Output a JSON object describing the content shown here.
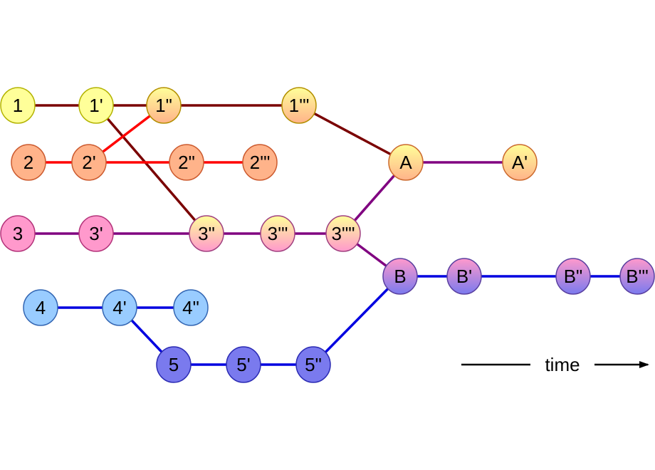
{
  "colors": {
    "dark_red": "#7a0000",
    "red": "#ff0000",
    "purple": "#800080",
    "blue": "#0000e0",
    "black": "#000000"
  },
  "nodes": [
    {
      "id": "n1",
      "label": "1",
      "fill": "#ffff99",
      "stroke": "#b3b300"
    },
    {
      "id": "n1p",
      "label": "1'",
      "fill": "#ffff99",
      "stroke": "#b3b300"
    },
    {
      "id": "n1pp",
      "label": "1\"",
      "fill": "grad-yellow-orange",
      "stroke": "#b38f00"
    },
    {
      "id": "n1ppp",
      "label": "1'\"",
      "fill": "grad-yellow-orange",
      "stroke": "#b38f00"
    },
    {
      "id": "n2",
      "label": "2",
      "fill": "#ffb38a",
      "stroke": "#cc5a2e"
    },
    {
      "id": "n2p",
      "label": "2'",
      "fill": "#ffb38a",
      "stroke": "#cc5a2e"
    },
    {
      "id": "n2pp",
      "label": "2\"",
      "fill": "#ffb38a",
      "stroke": "#cc5a2e"
    },
    {
      "id": "n2ppp",
      "label": "2'\"",
      "fill": "#ffb38a",
      "stroke": "#cc5a2e"
    },
    {
      "id": "nA",
      "label": "A",
      "fill": "grad-yellow-orange",
      "stroke": "#cc6a2e"
    },
    {
      "id": "nAp",
      "label": "A'",
      "fill": "grad-yellow-orange",
      "stroke": "#cc6a2e"
    },
    {
      "id": "n3",
      "label": "3",
      "fill": "#ff99cc",
      "stroke": "#b3337a"
    },
    {
      "id": "n3p",
      "label": "3'",
      "fill": "#ff99cc",
      "stroke": "#b3337a"
    },
    {
      "id": "n3pp",
      "label": "3\"",
      "fill": "grad-yellow-pink",
      "stroke": "#a04080"
    },
    {
      "id": "n3ppp",
      "label": "3'\"",
      "fill": "grad-yellow-pink",
      "stroke": "#a04080"
    },
    {
      "id": "n3pppp",
      "label": "3\"\"",
      "fill": "grad-yellow-pink",
      "stroke": "#a04080"
    },
    {
      "id": "nB",
      "label": "B",
      "fill": "grad-pink-blue",
      "stroke": "#5a40a0"
    },
    {
      "id": "nBp",
      "label": "B'",
      "fill": "grad-pink-blue",
      "stroke": "#5a40a0"
    },
    {
      "id": "nBpp",
      "label": "B\"",
      "fill": "grad-pink-blue",
      "stroke": "#5a40a0"
    },
    {
      "id": "nBppp",
      "label": "B'\"",
      "fill": "grad-pink-blue",
      "stroke": "#5a40a0"
    },
    {
      "id": "n4",
      "label": "4",
      "fill": "#99ccff",
      "stroke": "#3366b3"
    },
    {
      "id": "n4p",
      "label": "4'",
      "fill": "#99ccff",
      "stroke": "#3366b3"
    },
    {
      "id": "n4pp",
      "label": "4\"",
      "fill": "#99ccff",
      "stroke": "#3366b3"
    },
    {
      "id": "n5",
      "label": "5",
      "fill": "#7a7aee",
      "stroke": "#2a2ab3"
    },
    {
      "id": "n5p",
      "label": "5'",
      "fill": "#7a7aee",
      "stroke": "#2a2ab3"
    },
    {
      "id": "n5pp",
      "label": "5\"",
      "fill": "#7a7aee",
      "stroke": "#2a2ab3"
    }
  ],
  "edges": [
    {
      "from": "n1",
      "to": "n1p",
      "color": "dark_red"
    },
    {
      "from": "n1p",
      "to": "n1pp",
      "color": "dark_red"
    },
    {
      "from": "n1pp",
      "to": "n1ppp",
      "color": "dark_red"
    },
    {
      "from": "n1p",
      "to": "n3pp",
      "color": "dark_red"
    },
    {
      "from": "n1ppp",
      "to": "nA",
      "color": "dark_red"
    },
    {
      "from": "n2",
      "to": "n2p",
      "color": "red"
    },
    {
      "from": "n2p",
      "to": "n2pp",
      "color": "red"
    },
    {
      "from": "n2pp",
      "to": "n2ppp",
      "color": "red"
    },
    {
      "from": "n2p",
      "to": "n1pp",
      "color": "red"
    },
    {
      "from": "nA",
      "to": "nAp",
      "color": "purple"
    },
    {
      "from": "n3",
      "to": "n3p",
      "color": "purple"
    },
    {
      "from": "n3p",
      "to": "n3pp",
      "color": "purple"
    },
    {
      "from": "n3pp",
      "to": "n3ppp",
      "color": "purple"
    },
    {
      "from": "n3ppp",
      "to": "n3pppp",
      "color": "purple"
    },
    {
      "from": "n3pppp",
      "to": "nA",
      "color": "purple"
    },
    {
      "from": "n3pppp",
      "to": "nB",
      "color": "purple"
    },
    {
      "from": "nB",
      "to": "nBp",
      "color": "blue"
    },
    {
      "from": "nBp",
      "to": "nBpp",
      "color": "blue"
    },
    {
      "from": "nBpp",
      "to": "nBppp",
      "color": "blue"
    },
    {
      "from": "n4",
      "to": "n4p",
      "color": "blue"
    },
    {
      "from": "n4p",
      "to": "n4pp",
      "color": "blue"
    },
    {
      "from": "n4p",
      "to": "n5",
      "color": "blue"
    },
    {
      "from": "n5",
      "to": "n5p",
      "color": "blue"
    },
    {
      "from": "n5p",
      "to": "n5pp",
      "color": "blue"
    },
    {
      "from": "n5pp",
      "to": "nB",
      "color": "blue"
    }
  ],
  "time_axis": {
    "label": "time"
  }
}
